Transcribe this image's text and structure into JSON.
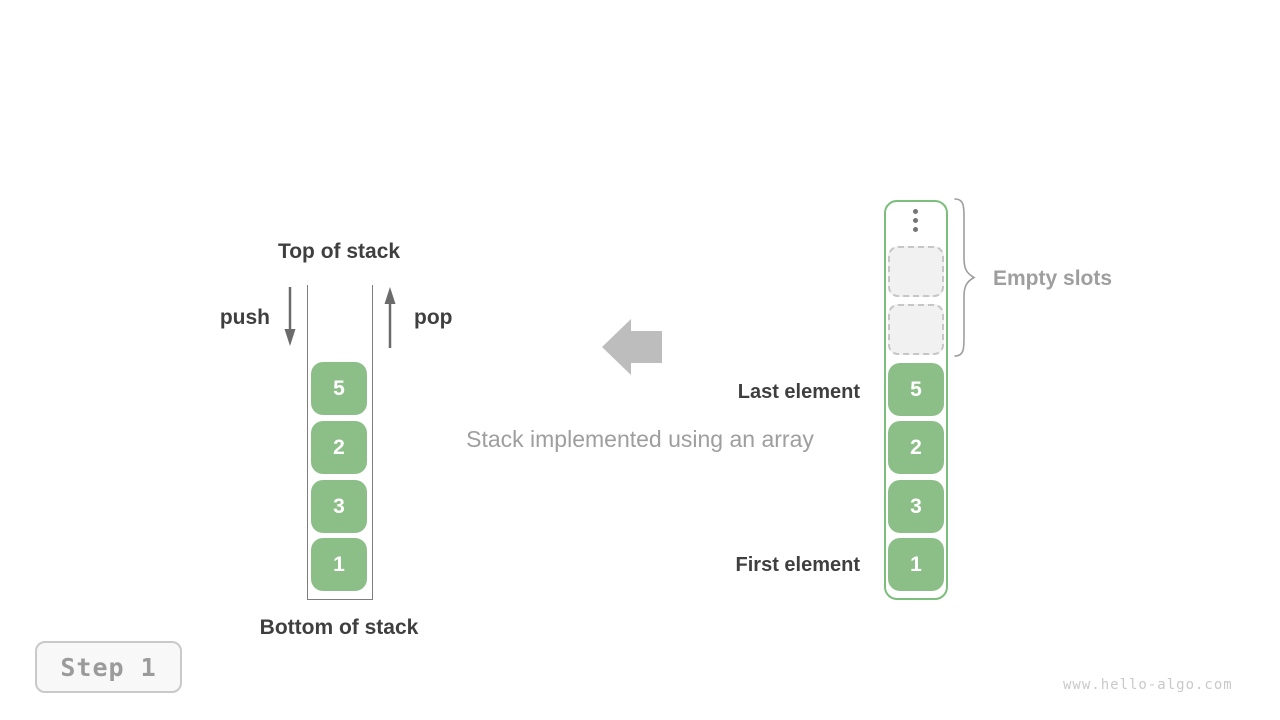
{
  "figure": {
    "caption": "Stack implemented using an array",
    "step_badge": "Step 1",
    "watermark": "www.hello-algo.com"
  },
  "left_stack": {
    "top_label": "Top of stack",
    "bottom_label": "Bottom of stack",
    "push_label": "push",
    "pop_label": "pop",
    "cells": [
      "5",
      "2",
      "3",
      "1"
    ]
  },
  "right_array": {
    "last_element_label": "Last element",
    "first_element_label": "First element",
    "empty_slots_label": "Empty slots",
    "empty_slot_count": 2,
    "cells": [
      "5",
      "2",
      "3",
      "1"
    ]
  },
  "colors": {
    "cell_green": "#8cbf87",
    "container_border_green": "#7cbe7c",
    "block_arrow_gray": "#bdbdbd",
    "small_arrow_gray": "#6b6b6b",
    "dark_text": "#3f3f3f",
    "muted_text": "#9e9e9e",
    "empty_slot_fill": "#f1f1f1",
    "watermark_gray": "#c9c9c9"
  }
}
